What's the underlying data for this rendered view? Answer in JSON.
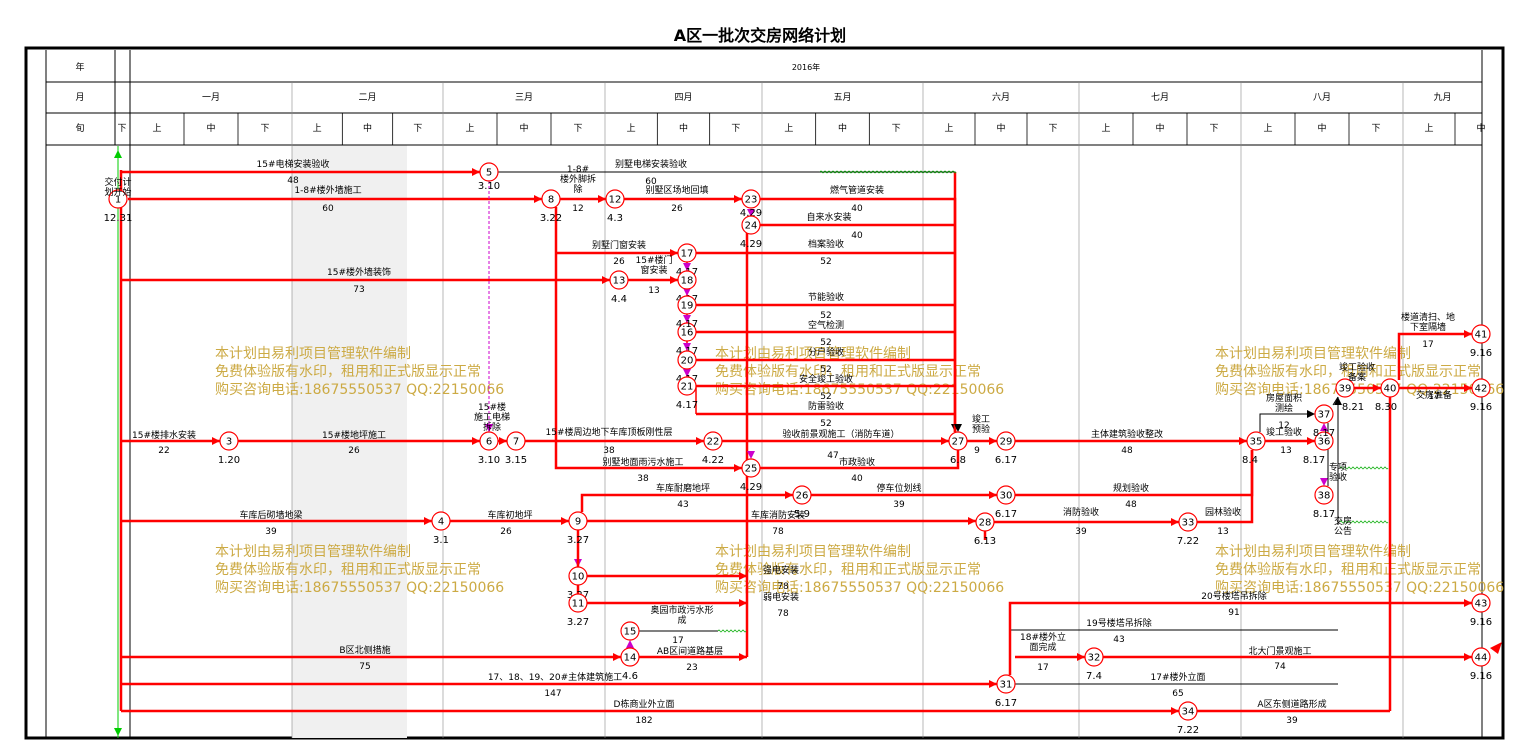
{
  "title": "A区一批次交房网络计划",
  "header": {
    "row_labels": [
      "年",
      "月",
      "旬"
    ],
    "year": "2016年",
    "xia": "下",
    "months": [
      "一月",
      "二月",
      "三月",
      "四月",
      "五月",
      "六月",
      "七月",
      "八月",
      "九月"
    ],
    "decades": [
      "上",
      "中",
      "下"
    ]
  },
  "watermark": {
    "line1": "本计划由易利项目管理软件编制",
    "line2": "免费体验版有水印，租用和正式版显示正常",
    "line3": "购买咨询电话:18675550537 QQ:22150066"
  },
  "colors": {
    "critical": "#ff0000",
    "normal": "#000000",
    "dummy": "#cc00cc",
    "water": "#ccaa44",
    "wave": "#00aa00"
  },
  "nodes": [
    {
      "id": "1",
      "date": "12.31"
    },
    {
      "id": "3",
      "date": "1.20"
    },
    {
      "id": "4",
      "date": "3.1"
    },
    {
      "id": "5",
      "date": "3.10"
    },
    {
      "id": "6",
      "date": "3.10"
    },
    {
      "id": "7",
      "date": "3.15"
    },
    {
      "id": "8",
      "date": "3.22"
    },
    {
      "id": "9",
      "date": "3.27"
    },
    {
      "id": "10",
      "date": "3.27"
    },
    {
      "id": "11",
      "date": "3.27"
    },
    {
      "id": "12",
      "date": "4.3"
    },
    {
      "id": "13",
      "date": "4.4"
    },
    {
      "id": "14",
      "date": "4.6"
    },
    {
      "id": "15",
      "date": ""
    },
    {
      "id": "16",
      "date": "4.17"
    },
    {
      "id": "17",
      "date": "4.17"
    },
    {
      "id": "18",
      "date": "4.17"
    },
    {
      "id": "19",
      "date": "4.17"
    },
    {
      "id": "20",
      "date": "4.17"
    },
    {
      "id": "21",
      "date": "4.17"
    },
    {
      "id": "22",
      "date": "4.22"
    },
    {
      "id": "23",
      "date": "4.29"
    },
    {
      "id": "24",
      "date": "4.29"
    },
    {
      "id": "25",
      "date": "4.29"
    },
    {
      "id": "26",
      "date": "5.9"
    },
    {
      "id": "27",
      "date": "6.8"
    },
    {
      "id": "28",
      "date": "6.13"
    },
    {
      "id": "29",
      "date": "6.17"
    },
    {
      "id": "30",
      "date": "6.17"
    },
    {
      "id": "31",
      "date": "6.17"
    },
    {
      "id": "32",
      "date": "7.4"
    },
    {
      "id": "33",
      "date": "7.22"
    },
    {
      "id": "34",
      "date": "7.22"
    },
    {
      "id": "35",
      "date": "8.4"
    },
    {
      "id": "36",
      "date": "8.17"
    },
    {
      "id": "37",
      "date": "8.17"
    },
    {
      "id": "38",
      "date": "8.17"
    },
    {
      "id": "39",
      "date": "8.21"
    },
    {
      "id": "40",
      "date": "8.30"
    },
    {
      "id": "41",
      "date": "9.16"
    },
    {
      "id": "42",
      "date": "9.16"
    },
    {
      "id": "43",
      "date": "9.16"
    },
    {
      "id": "44",
      "date": "9.16"
    }
  ],
  "activities": [
    {
      "name": "15#电梯安装验收",
      "dur": "48"
    },
    {
      "name": "1-8#楼外墙施工",
      "dur": "60"
    },
    {
      "name": "15#楼外墙装饰",
      "dur": "73"
    },
    {
      "name": "15#楼排水安装",
      "dur": "22"
    },
    {
      "name": "15#楼地坪施工",
      "dur": "26"
    },
    {
      "name": "车库后砌墙地梁",
      "dur": "39"
    },
    {
      "name": "车库初地坪",
      "dur": "26"
    },
    {
      "name": "B区北侧措施",
      "dur": "75"
    },
    {
      "name": "17、18、19、20#主体建筑施工",
      "dur": "147"
    },
    {
      "name": "D栋商业外立面",
      "dur": "182"
    },
    {
      "name": "1-8#楼外脚拆除",
      "dur": "12"
    },
    {
      "name": "别墅电梯安装验收",
      "dur": "60"
    },
    {
      "name": "别墅区场地回填",
      "dur": "26"
    },
    {
      "name": "别墅门窗安装",
      "dur": "26"
    },
    {
      "name": "15#楼门窗安装",
      "dur": "13"
    },
    {
      "name": "15#楼施工电梯拆除",
      "dur": ""
    },
    {
      "name": "15#楼周边地下车库顶板刚性层",
      "dur": "38"
    },
    {
      "name": "别墅地面雨污水施工",
      "dur": "38"
    },
    {
      "name": "车库耐磨地坪",
      "dur": "43"
    },
    {
      "name": "车库消防安装",
      "dur": "78"
    },
    {
      "name": "强电安装",
      "dur": "78"
    },
    {
      "name": "弱电安装",
      "dur": "78"
    },
    {
      "name": "奥园市政污水形成",
      "dur": "17"
    },
    {
      "name": "AB区间道路基层",
      "dur": "23"
    },
    {
      "name": "燃气管道安装",
      "dur": "40"
    },
    {
      "name": "自来水安装",
      "dur": "40"
    },
    {
      "name": "档案验收",
      "dur": "52"
    },
    {
      "name": "节能验收",
      "dur": "52"
    },
    {
      "name": "空气检测",
      "dur": "52"
    },
    {
      "name": "分户验收",
      "dur": "52"
    },
    {
      "name": "安全竣工验收",
      "dur": "52"
    },
    {
      "name": "防雷验收",
      "dur": "52"
    },
    {
      "name": "验收前景观施工（消防车道）",
      "dur": "47"
    },
    {
      "name": "市政验收",
      "dur": "40"
    },
    {
      "name": "停车位划线",
      "dur": "39"
    },
    {
      "name": "竣工预验",
      "dur": "9"
    },
    {
      "name": "主体建筑验收整改",
      "dur": "48"
    },
    {
      "name": "规划验收",
      "dur": "48"
    },
    {
      "name": "消防验收",
      "dur": "39"
    },
    {
      "name": "园林验收",
      "dur": "13"
    },
    {
      "name": "房屋面积测绘",
      "dur": "12"
    },
    {
      "name": "竣工验收",
      "dur": "13"
    },
    {
      "name": "竣工验收备案",
      "dur": ""
    },
    {
      "name": "专项验收",
      "dur": ""
    },
    {
      "name": "交房准备",
      "dur": "17"
    },
    {
      "name": "交房公告",
      "dur": ""
    },
    {
      "name": "楼道清扫、地下室隔墙",
      "dur": "17"
    },
    {
      "name": "20号楼塔吊拆除",
      "dur": "91"
    },
    {
      "name": "19号楼塔吊拆除",
      "dur": "43"
    },
    {
      "name": "18#楼外立面完成",
      "dur": "17"
    },
    {
      "name": "北大门景观施工",
      "dur": "74"
    },
    {
      "name": "17#楼外立面",
      "dur": "65"
    },
    {
      "name": "A区东侧道路形成",
      "dur": "39"
    }
  ]
}
